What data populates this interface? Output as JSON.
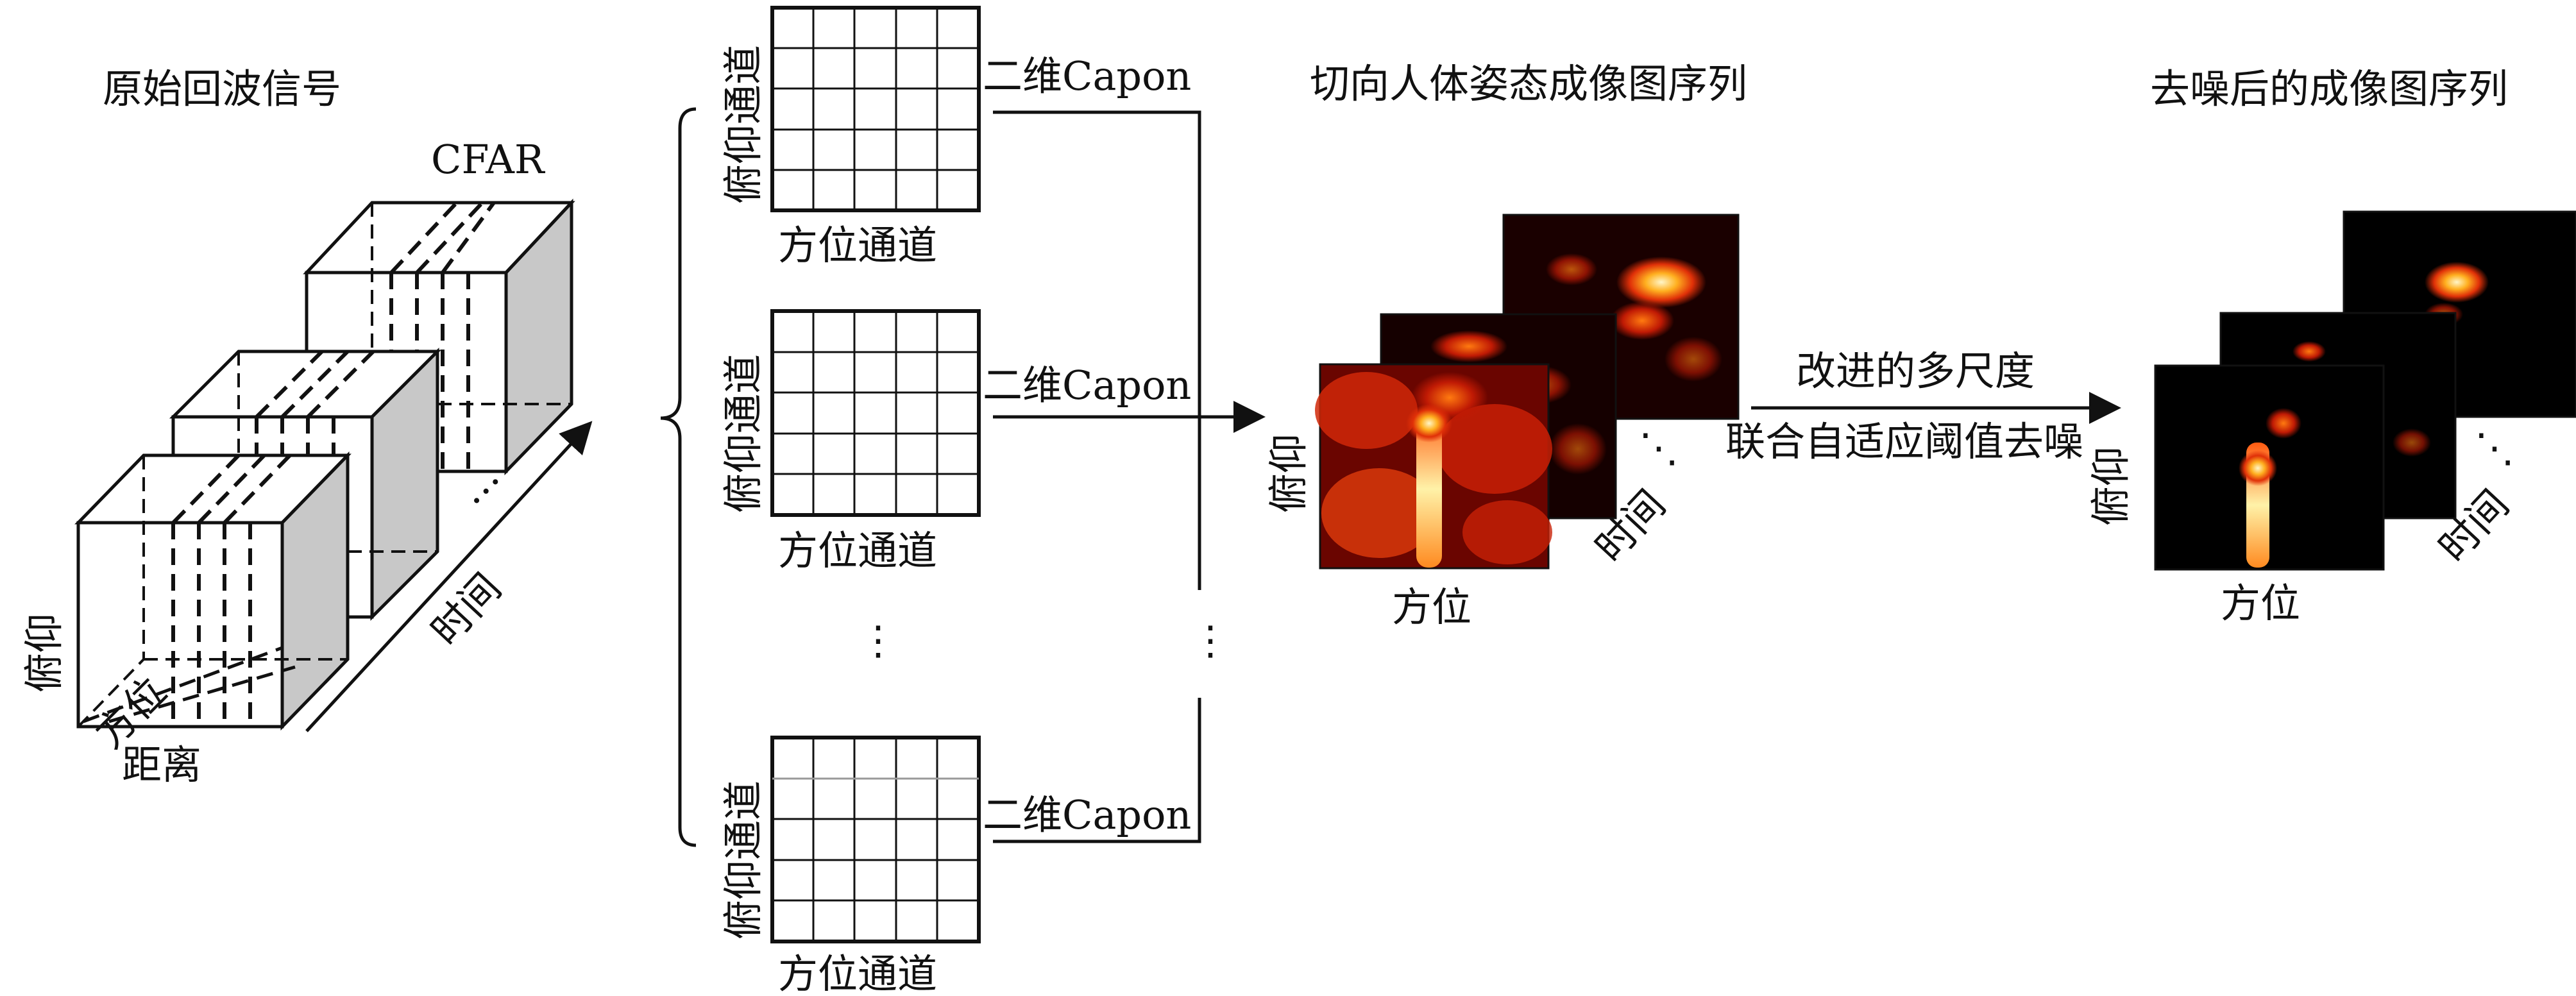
{
  "cube_section": {
    "title": "原始回波信号",
    "cfar_label": "CFAR",
    "elevation_label": "俯仰",
    "azimuth_label": "方位",
    "range_label": "距离",
    "time_label": "时间",
    "ellipsis": "…"
  },
  "capon_section": {
    "elevation_channel_label": "俯仰通道",
    "azimuth_channel_label": "方位通道",
    "capon_label": "二维Capon",
    "ellipsis_vertical": "⋮"
  },
  "imaging_section": {
    "title": "切向人体姿态成像图序列",
    "elevation_label": "俯仰",
    "azimuth_label": "方位",
    "time_label": "时间",
    "ellipsis": "⋱"
  },
  "denoise_step": {
    "line1": "改进的多尺度",
    "line2": "联合自适应阈值去噪"
  },
  "denoised_section": {
    "title": "去噪后的成像图序列",
    "elevation_label": "俯仰",
    "azimuth_label": "方位",
    "time_label": "时间",
    "ellipsis": "⋱"
  },
  "colors": {
    "stroke": "#111111",
    "cube_shade": "#c8c8c8",
    "heat_low": "#3a0000",
    "heat_mid": "#e0300a",
    "heat_high": "#fff2b0"
  }
}
